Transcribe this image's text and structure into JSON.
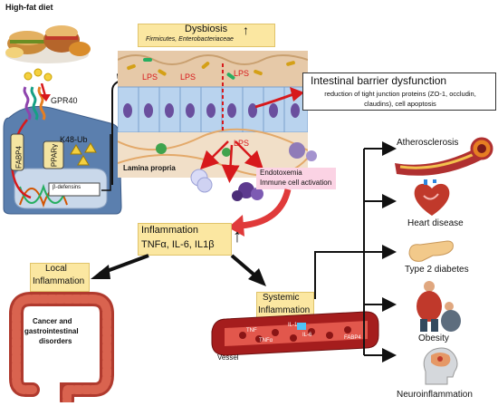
{
  "diet": {
    "title": "High-fat diet"
  },
  "cell": {
    "gpr40": "GPR40",
    "k48ub": "K48-Ub",
    "fabp4": "FABP4",
    "pparg": "PPARγ",
    "defensins": "β-defensins"
  },
  "dysbiosis": {
    "title": "Dysbiosis",
    "subtitle": "Firmicutes, Enterobacteriaceae",
    "arrow": "↑"
  },
  "lps": [
    "LPS",
    "LPS",
    "LPS",
    "LPS"
  ],
  "lamina": "Lamina propria",
  "barrier": {
    "title": "Intestinal barrier dysfunction",
    "desc": "reduction of tight junction proteins (ZO-1, occludin, claudins), cell apoptosis"
  },
  "endotoxemia": {
    "line1": "Endotoxemia",
    "line2": "Immune cell activation"
  },
  "inflammation": {
    "title": "Inflammation",
    "cytokines": "TNFα, IL-6, IL1β",
    "arrow": "↑"
  },
  "local": {
    "line1": "Local",
    "line2": "Inflammation"
  },
  "colon": {
    "line1": "Cancer and",
    "line2": "gastrointestinal",
    "line3": "disorders"
  },
  "systemic": {
    "line1": "Systemic",
    "line2": "Inflammation"
  },
  "vessel": {
    "label": "Vessel",
    "markers": [
      "TNF",
      "IL-1",
      "TNFα",
      "IL-6",
      "FABP4"
    ]
  },
  "outcomes": [
    "Atherosclerosis",
    "Heart disease",
    "Type 2 diabetes",
    "Obesity",
    "Neuroinflammation"
  ],
  "colors": {
    "accent_red": "#d7191c",
    "box_yellow": "#fbe7a1",
    "pink_box": "#fbd3e4",
    "cell_purple": "#8f7bb8",
    "epithelium_blue": "#b9d3ee"
  }
}
